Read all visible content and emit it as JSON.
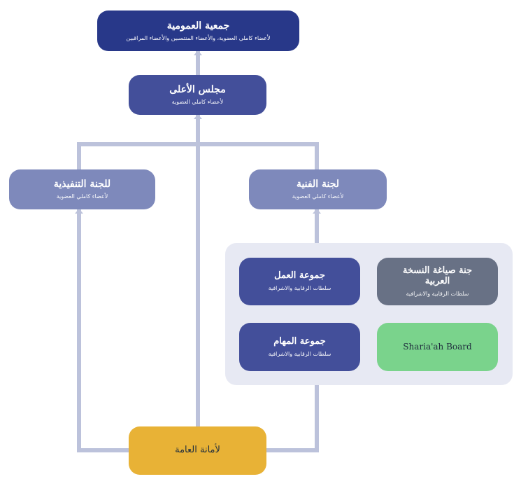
{
  "nodes": {
    "general_assembly": {
      "title": "جمعية العمومية",
      "subtitle": "لأعضاء كاملي العضوية، والأعضاء المنتسبين والأعضاء المراقبين",
      "color": "#283889"
    },
    "supreme_council": {
      "title": "مجلس الأعلى",
      "subtitle": "لأعضاء كاملي العضوية",
      "color": "#434f9a"
    },
    "executive_committee": {
      "title": "للجنة التنفيذية",
      "subtitle": "لأعضاء كاملي العضوية",
      "color": "#7e89bb"
    },
    "technical_committee": {
      "title": "لجنة الفنية",
      "subtitle": "لأعضاء كاملي العضوية",
      "color": "#7e89bb"
    },
    "working_group": {
      "title": "جموعة العمل",
      "subtitle": "سلطات الرقابية والاشرافية",
      "color": "#434f9a"
    },
    "arabic_version_committee": {
      "title": "جنة صياغة النسخة العربية",
      "subtitle": "سلطات الرقابية والاشرافية",
      "color": "#687185"
    },
    "task_force": {
      "title": "جموعة المهام",
      "subtitle": "سلطات الرقابية والاشرافية",
      "color": "#434f9a"
    },
    "sharia_board": {
      "title": "Sharia'ah Board",
      "color": "#7ad38c"
    },
    "general_secretariat": {
      "title": "لأمانة العامة",
      "color": "#e8b236"
    }
  },
  "colors": {
    "connector": "#bcc2db",
    "panel": "#e7e9f3"
  }
}
